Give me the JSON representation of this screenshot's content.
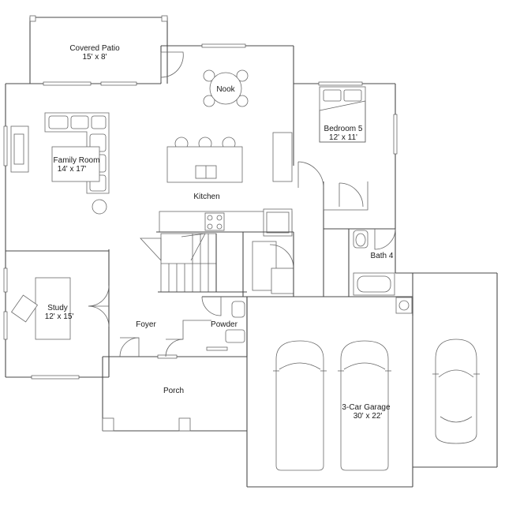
{
  "rooms": {
    "covered_patio": {
      "name": "Covered Patio",
      "dims": "15' x 8'"
    },
    "nook": {
      "name": "Nook"
    },
    "bedroom5": {
      "name": "Bedroom 5",
      "dims": "12' x 11'"
    },
    "family_room": {
      "name": "Family Room",
      "dims": "14' x 17'"
    },
    "kitchen": {
      "name": "Kitchen"
    },
    "bath4": {
      "name": "Bath 4"
    },
    "study": {
      "name": "Study",
      "dims": "12' x 15'"
    },
    "foyer": {
      "name": "Foyer"
    },
    "powder": {
      "name": "Powder"
    },
    "porch": {
      "name": "Porch"
    },
    "garage": {
      "name": "3-Car Garage",
      "dims": "30' x 22'"
    }
  }
}
